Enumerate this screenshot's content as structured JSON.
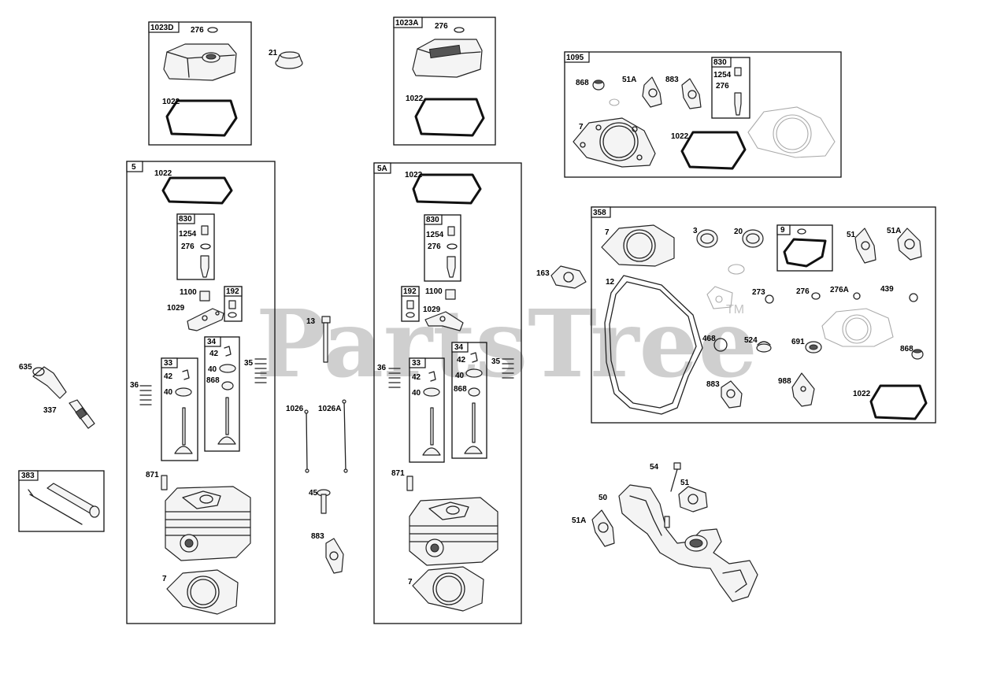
{
  "watermark": {
    "text": "PartsTree",
    "tm": "TM"
  },
  "groups": {
    "g1023D": "1023D",
    "g1023A": "1023A",
    "g1095": "1095",
    "g5": "5",
    "g5A": "5A",
    "g358": "358",
    "g383": "383",
    "g830a": "830",
    "g830b": "830",
    "g830c": "830",
    "g192a": "192",
    "g192b": "192",
    "g34a": "34",
    "g34b": "34",
    "g33a": "33",
    "g33b": "33",
    "g9": "9"
  },
  "labels": {
    "l276_1023D": "276",
    "l1022_1023D": "1022",
    "l21": "21",
    "l276_1023A": "276",
    "l1022_1023A": "1022",
    "l868_1095": "868",
    "l51A_1095": "51A",
    "l883_1095": "883",
    "l1254_1095": "1254",
    "l276_1095": "276",
    "l7_1095": "7",
    "l1022_1095": "1022",
    "l1022_5": "1022",
    "l1254_5": "1254",
    "l276_5": "276",
    "l1100_5": "1100",
    "l1029_5": "1029",
    "l42_34a": "42",
    "l40_34a": "40",
    "l868_34a": "868",
    "l35_5": "35",
    "l42_33a": "42",
    "l40_33a": "40",
    "l36_5": "36",
    "l871_5": "871",
    "l7_5": "7",
    "l635": "635",
    "l337": "337",
    "l13": "13",
    "l1026": "1026",
    "l1026A": "1026A",
    "l45": "45",
    "l883_mid": "883",
    "l1022_5A": "1022",
    "l1254_5A": "1254",
    "l276_5A": "276",
    "l1100_5A": "1100",
    "l1029_5A": "1029",
    "l36_5A": "36",
    "l42_33b": "42",
    "l40_33b": "40",
    "l42_34b": "42",
    "l40_34b": "40",
    "l868_34b": "868",
    "l35_5A": "35",
    "l871_5A": "871",
    "l7_5A": "7",
    "l163": "163",
    "l7_358": "7",
    "l3_358": "3",
    "l20_358": "20",
    "l51_358": "51",
    "l51A_358": "51A",
    "l12_358": "12",
    "l273_358": "273",
    "l276_358": "276",
    "l276A_358": "276A",
    "l439_358": "439",
    "l468_358": "468",
    "l524_358": "524",
    "l691_358": "691",
    "l868_358": "868",
    "l883_358": "883",
    "l988_358": "988",
    "l1022_358": "1022",
    "l54": "54",
    "l51_bot": "51",
    "l50": "50",
    "l51A_bot": "51A"
  }
}
